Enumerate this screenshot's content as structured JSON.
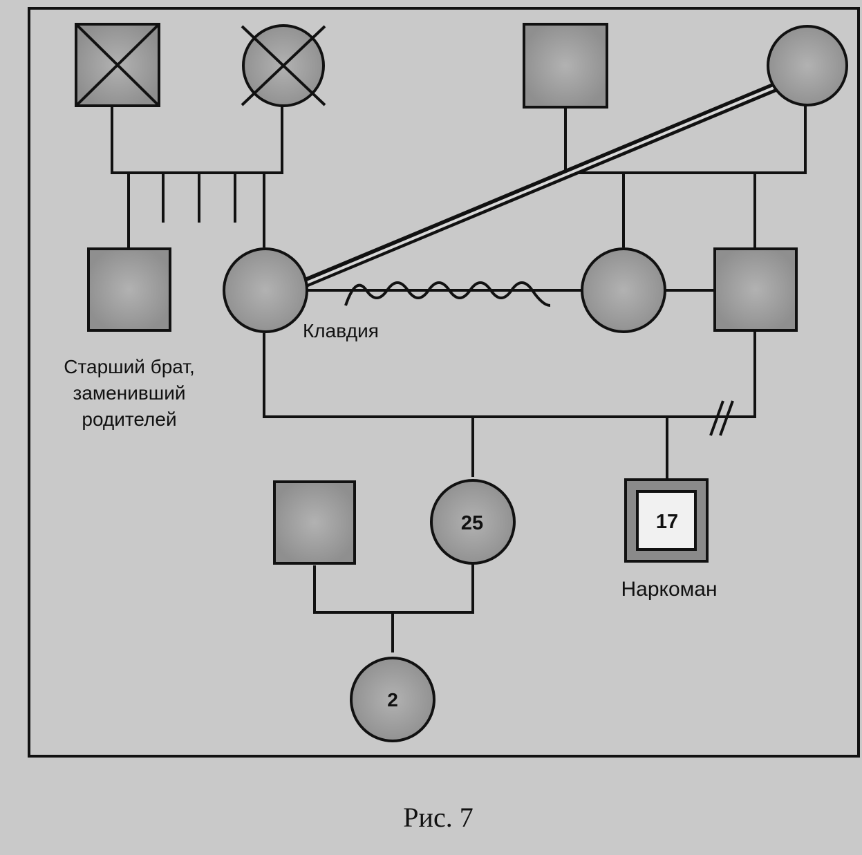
{
  "labels": {
    "klavdia": "Клавдия",
    "older_brother": [
      "Старший брат,",
      "заменивший",
      "родителей"
    ],
    "addict": "Наркоман",
    "age_daughter": "25",
    "age_son": "17",
    "age_granddaughter": "2",
    "caption": "Рис. 7"
  },
  "colors": {
    "background": "#c9c9c9",
    "symbol_fill": "#8f8f8f",
    "symbol_glow": "#b2b2b2",
    "line": "#111111"
  }
}
